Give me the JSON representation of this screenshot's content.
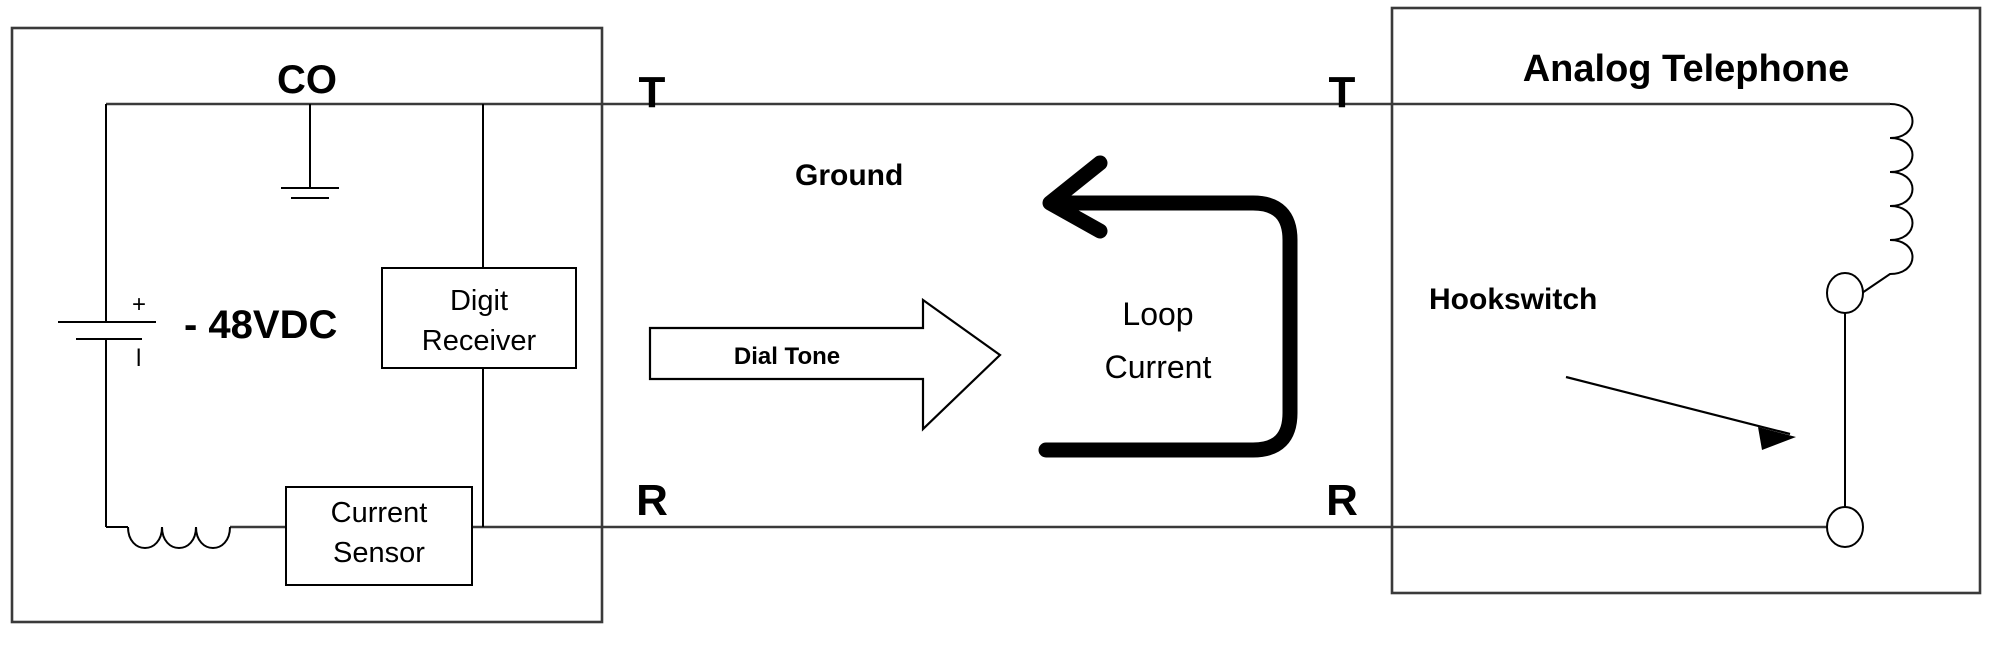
{
  "diagram": {
    "title_co": "CO",
    "title_phone": "Analog Telephone",
    "labels": {
      "tip_left": "T",
      "ring_left": "R",
      "tip_right": "T",
      "ring_right": "R",
      "ground": "Ground",
      "battery_voltage": "- 48VDC",
      "battery_plus": "+",
      "battery_minus": "l",
      "hookswitch": "Hookswitch"
    },
    "boxes": {
      "digit_receiver_line1": "Digit",
      "digit_receiver_line2": "Receiver",
      "current_sensor_line1": "Current",
      "current_sensor_line2": "Sensor"
    },
    "annotations": {
      "dial_tone": "Dial Tone",
      "loop_current_line1": "Loop",
      "loop_current_line2": "Current"
    },
    "icons": {
      "ground_symbol": "ground-icon",
      "battery_symbol": "battery-icon",
      "co_inductor": "inductor-icon",
      "phone_inductor": "inductor-icon",
      "hookswitch_terminal_top": "terminal-circle-icon",
      "hookswitch_terminal_bottom": "terminal-circle-icon",
      "dial_tone_arrow": "block-arrow-right-icon",
      "loop_current_arrow": "loop-arrow-left-icon",
      "hookswitch_pointer": "pointer-arrow-icon"
    },
    "colors": {
      "wire": "#3a3a3a",
      "ink": "#000000",
      "background": "#ffffff"
    }
  }
}
